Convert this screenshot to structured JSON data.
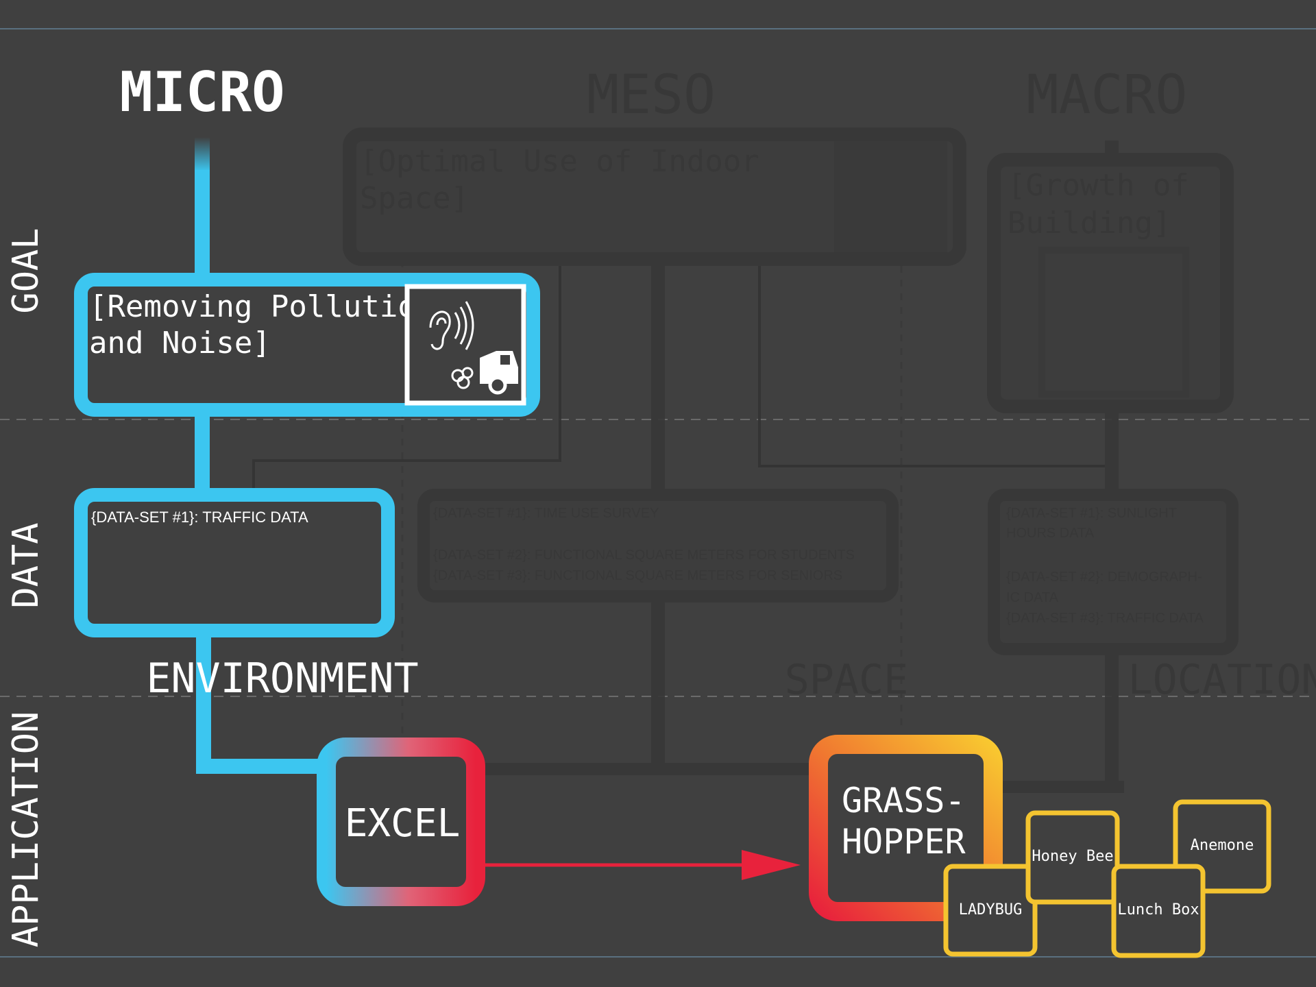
{
  "columns": {
    "micro": "MICRO",
    "meso": "MESO",
    "macro": "MACRO"
  },
  "rows": {
    "goal": "GOAL",
    "data": "DATA",
    "application": "APPLICATION"
  },
  "micro": {
    "goal": {
      "line1": "[Removing Pollution",
      "line2": "and Noise]"
    },
    "data": {
      "line1": "{DATA-SET #1}: TRAFFIC DATA"
    },
    "label": "ENVIRONMENT"
  },
  "meso": {
    "goal": {
      "line1": "[Optimal Use of Indoor",
      "line2": "Space]"
    },
    "data": {
      "line1": "{DATA-SET #1}: TIME USE SURVEY",
      "line2": "{DATA-SET #2}: FUNCTIONAL SQUARE METERS FOR STUDENTS",
      "line3": "{DATA-SET #3}: FUNCTIONAL SQUARE METERS FOR SENIORS"
    },
    "label": "SPACE"
  },
  "macro": {
    "goal": {
      "line1": "[Growth of",
      "line2": "Building]"
    },
    "data": {
      "line1": "{DATA-SET #1}: SUNLIGHT",
      "line2": "HOURS DATA",
      "line3": "{DATA-SET #2}: DEMOGRAPH-",
      "line4": "IC DATA",
      "line5": "{DATA-SET #3}: TRAFFIC DATA"
    },
    "label": "LOCATION"
  },
  "apps": {
    "excel": "EXCEL",
    "grasshopper_line1": "GRASS-",
    "grasshopper_line2": "HOPPER",
    "ladybug": "LADYBUG",
    "honeybee": "Honey Bee",
    "lunchbox": "Lunch Box",
    "anemone": "Anemone"
  },
  "colors": {
    "micro_blue": "#3cc6f0",
    "arrow_red": "#e8223c",
    "plugin_yellow": "#f4c430",
    "background": "#404040"
  }
}
